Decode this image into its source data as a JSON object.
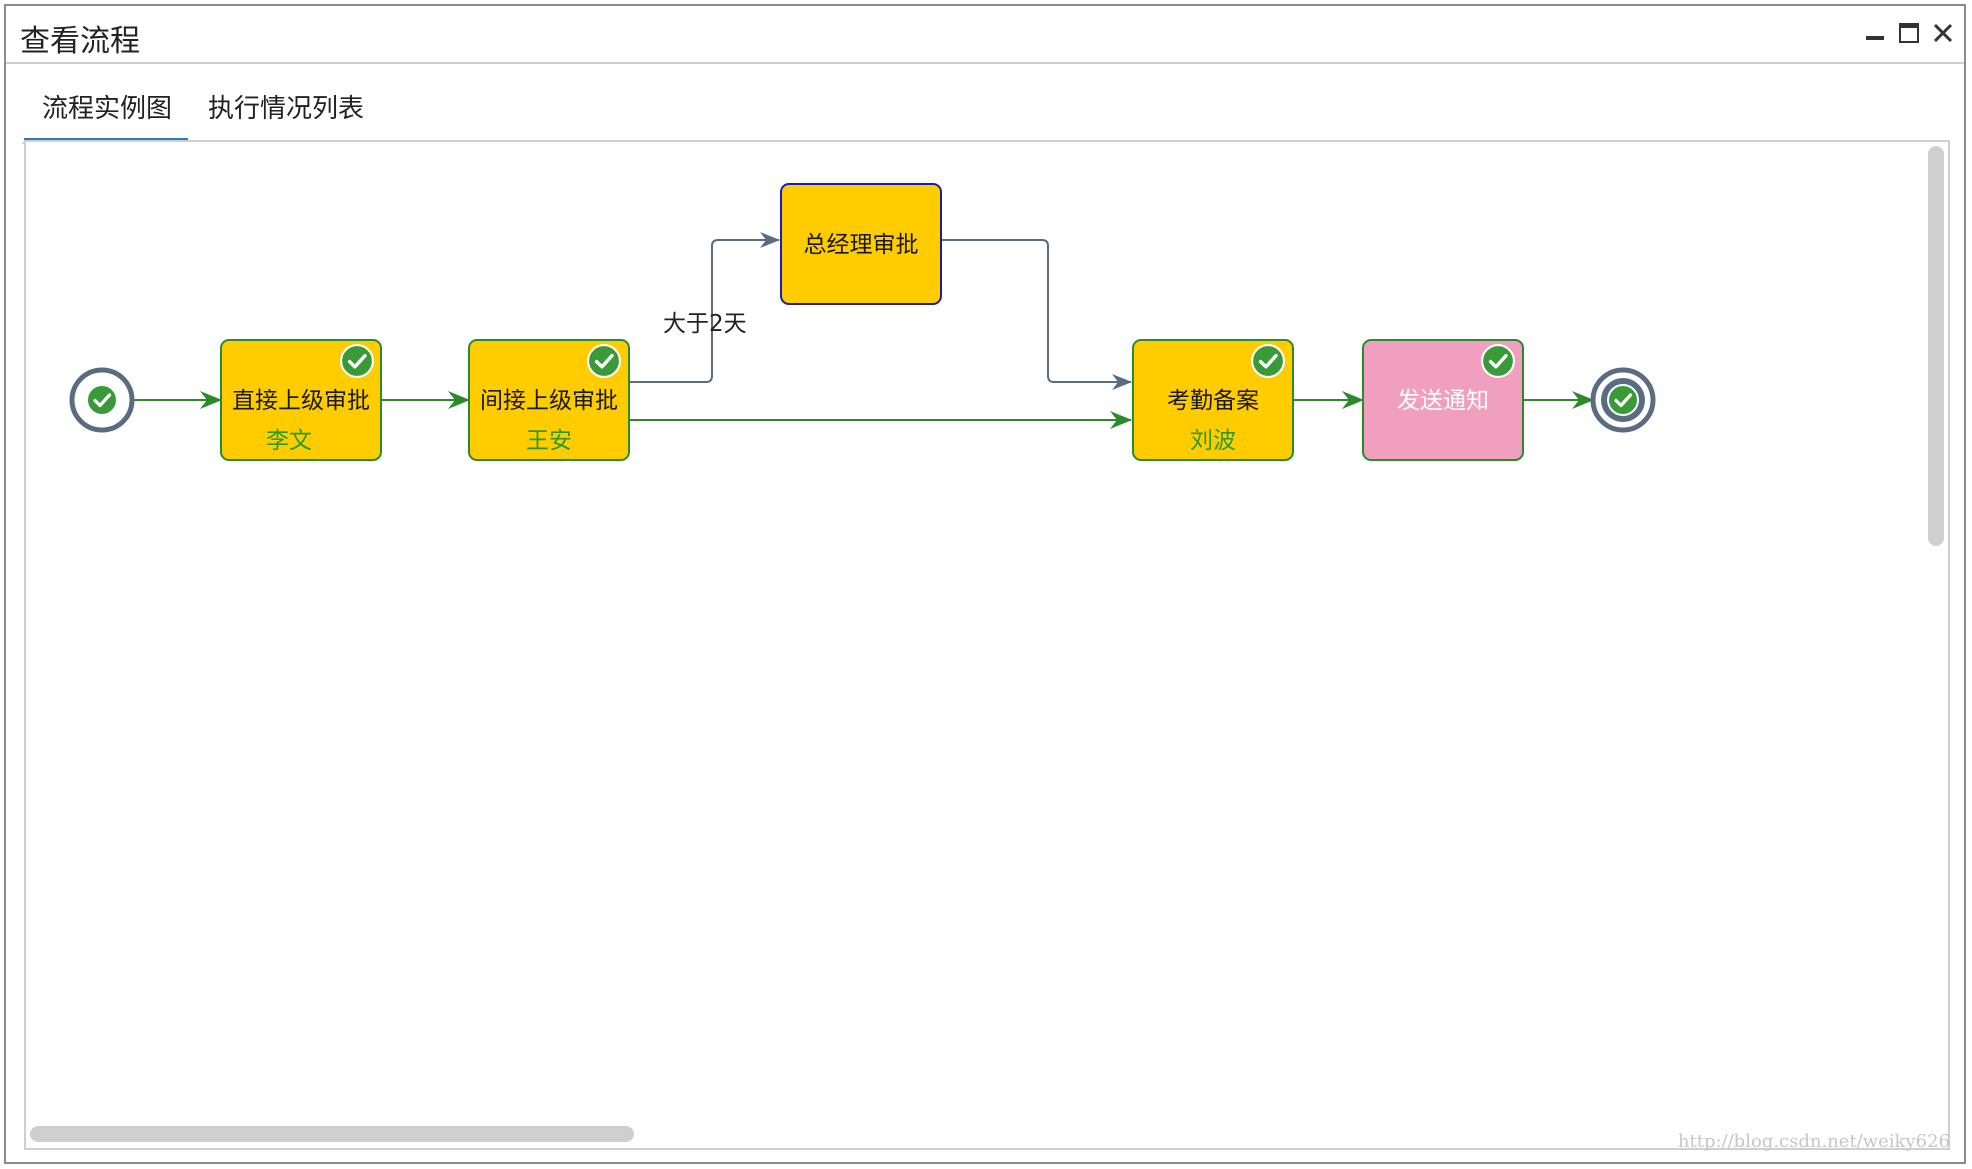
{
  "window": {
    "title": "查看流程"
  },
  "tabs": [
    {
      "label": "流程实例图",
      "active": true
    },
    {
      "label": "执行情况列表",
      "active": false
    }
  ],
  "flow": {
    "nodes": {
      "direct": {
        "title": "直接上级审批",
        "assignee": "李文",
        "status": "completed",
        "fill": "#ffcc00"
      },
      "indirect": {
        "title": "间接上级审批",
        "assignee": "王安",
        "status": "completed",
        "fill": "#ffcc00"
      },
      "gm": {
        "title": "总经理审批",
        "fill": "#ffcc00"
      },
      "attendance": {
        "title": "考勤备案",
        "assignee": "刘波",
        "status": "completed",
        "fill": "#ffcc00"
      },
      "notify": {
        "title": "发送通知",
        "status": "completed",
        "fill": "#f09fbe"
      }
    },
    "condition_label": "大于2天"
  },
  "colors": {
    "completed_stroke": "#2c8a2c",
    "pending_stroke": "#5a6c80",
    "active_border": "#1c1cb0",
    "assignee_text": "#2a9a2a",
    "tab_accent": "#2a7ab8"
  },
  "watermark": "http://blog.csdn.net/weiky626"
}
